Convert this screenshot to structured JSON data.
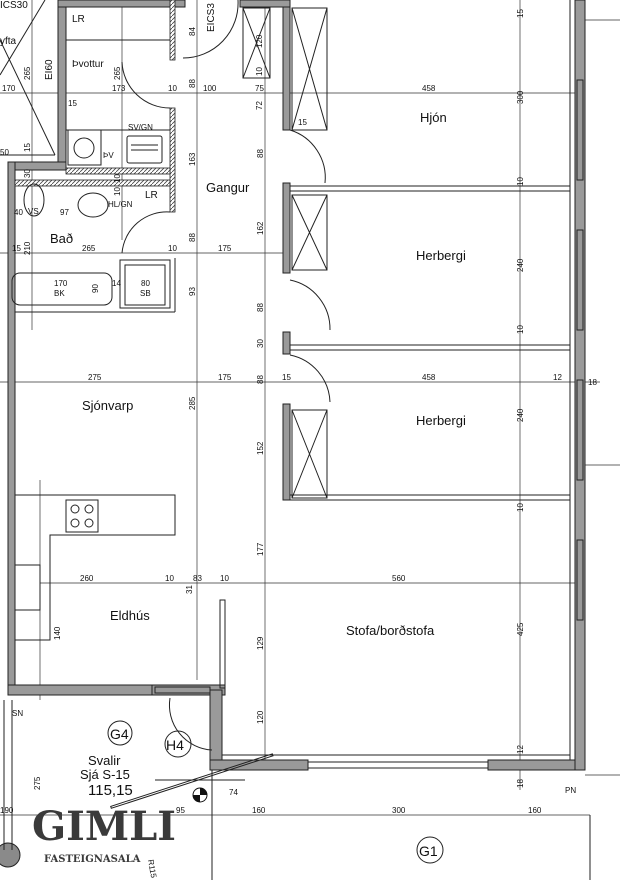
{
  "rooms": {
    "thvottur": "Þvottur",
    "lr_top": "LR",
    "lr_bath": "LR",
    "bad": "Bað",
    "gangur": "Gangur",
    "hjon": "Hjón",
    "herbergi1": "Herbergi",
    "herbergi2": "Herbergi",
    "sjonvarp": "Sjónvarp",
    "eldhus": "Eldhús",
    "stofa": "Stofa/borðstofa",
    "svalir": "Svalir",
    "svalir_ref": "Sjá S-15",
    "elevation": "115,15"
  },
  "fixtures": {
    "sv_gn": "SV/GN",
    "thv": "ÞV",
    "hl_gn": "HL/GN",
    "vs": "VS",
    "bk": "BK",
    "sb": "SB",
    "sn": "SN",
    "pn": "PN"
  },
  "fire_labels": {
    "ei60": "EI60",
    "eics3": "EICS3",
    "ics30": "ICS30",
    "fyfta": "yfta",
    "r115": "R115"
  },
  "markers": {
    "g4": "G4",
    "h4": "H4",
    "g1": "G1"
  },
  "logo": {
    "name": "GIMLI",
    "subtitle": "FASTEIGNASALA"
  },
  "dims": [
    "170",
    "173",
    "10",
    "88",
    "100",
    "75",
    "458",
    "300",
    "15",
    "265",
    "265",
    "84",
    "120",
    "10",
    "72",
    "15",
    "15",
    "15",
    "50",
    "163",
    "88",
    "10",
    "30",
    "10",
    "10",
    "97",
    "40",
    "162",
    "15",
    "210",
    "265",
    "10",
    "88",
    "175",
    "240",
    "170",
    "90",
    "14",
    "80",
    "93",
    "88",
    "10",
    "30",
    "275",
    "175",
    "88",
    "15",
    "458",
    "12",
    "18",
    "285",
    "152",
    "240",
    "10",
    "177",
    "260",
    "10",
    "83",
    "10",
    "560",
    "31",
    "140",
    "129",
    "425",
    "120",
    "12",
    "18",
    "275",
    "190",
    "95",
    "74",
    "160",
    "300",
    "160",
    "88"
  ]
}
